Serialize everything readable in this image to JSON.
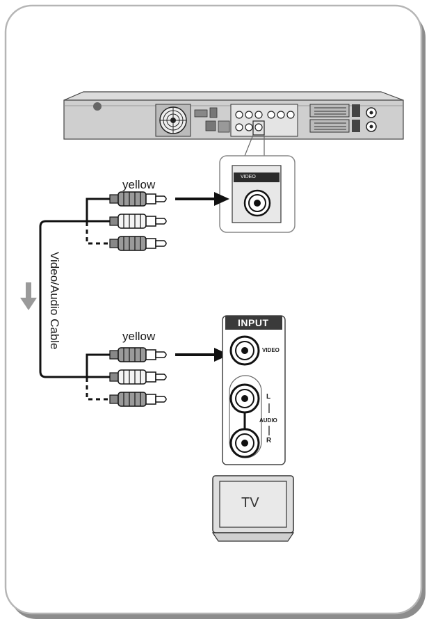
{
  "labels": {
    "upper_plug_color": "yellow",
    "lower_plug_color": "yellow",
    "cable": "Video/Audio Cable",
    "recorder_jack": "VIDEO",
    "input_panel_title": "INPUT",
    "input_video": "VIDEO",
    "input_audio_left": "L",
    "input_audio": "AUDIO",
    "input_audio_right": "R",
    "tv": "TV"
  },
  "colors": {
    "frame_border": "#b5b5b5",
    "frame_shadow": "#8c8c8c",
    "device_gray": "#cfcfcf",
    "dark_panel": "#3a3a3a",
    "line": "#111111"
  }
}
